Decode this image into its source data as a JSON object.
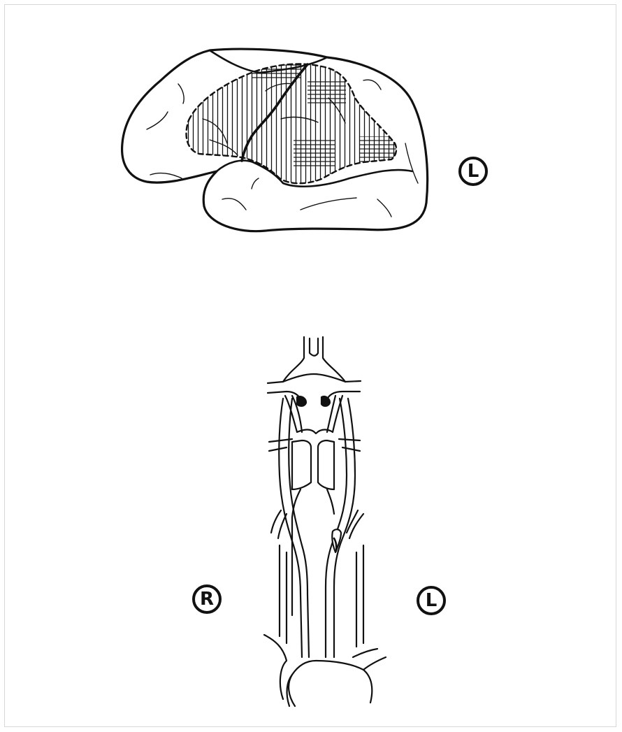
{
  "labels": {
    "brain_side": "L",
    "arteries_right": "R",
    "arteries_left": "L"
  },
  "colors": {
    "ink": "#111111",
    "background": "#ffffff"
  }
}
